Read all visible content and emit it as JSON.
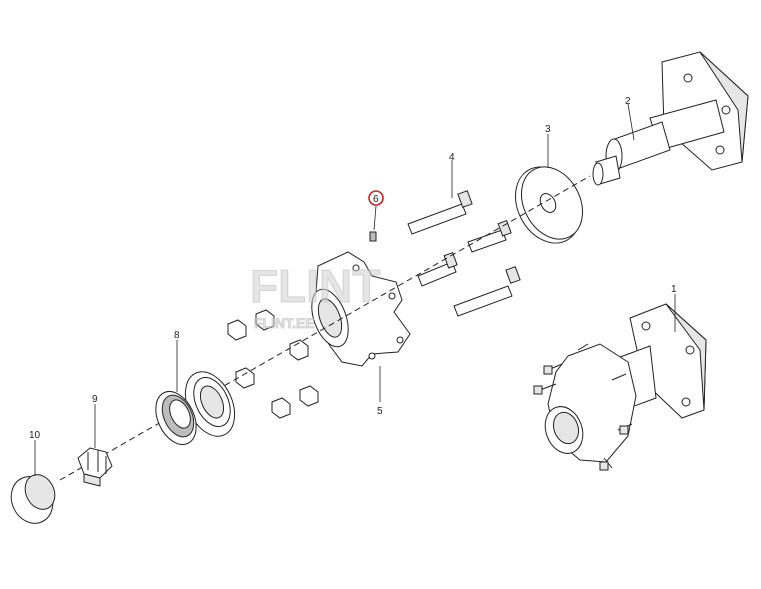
{
  "callouts": [
    {
      "id": "1",
      "text": "1"
    },
    {
      "id": "2",
      "text": "2"
    },
    {
      "id": "3",
      "text": "3"
    },
    {
      "id": "4",
      "text": "4"
    },
    {
      "id": "5",
      "text": "5"
    },
    {
      "id": "6",
      "text": "6",
      "highlighted": true
    },
    {
      "id": "8",
      "text": "8"
    },
    {
      "id": "9",
      "text": "9"
    },
    {
      "id": "10",
      "text": "10"
    }
  ],
  "watermark": {
    "main": "FLINT",
    "sub": "FLINT.EE"
  },
  "colors": {
    "line": "#222222",
    "highlight": "#cc2222",
    "watermark": "#cfcfcf",
    "background": "#ffffff"
  }
}
